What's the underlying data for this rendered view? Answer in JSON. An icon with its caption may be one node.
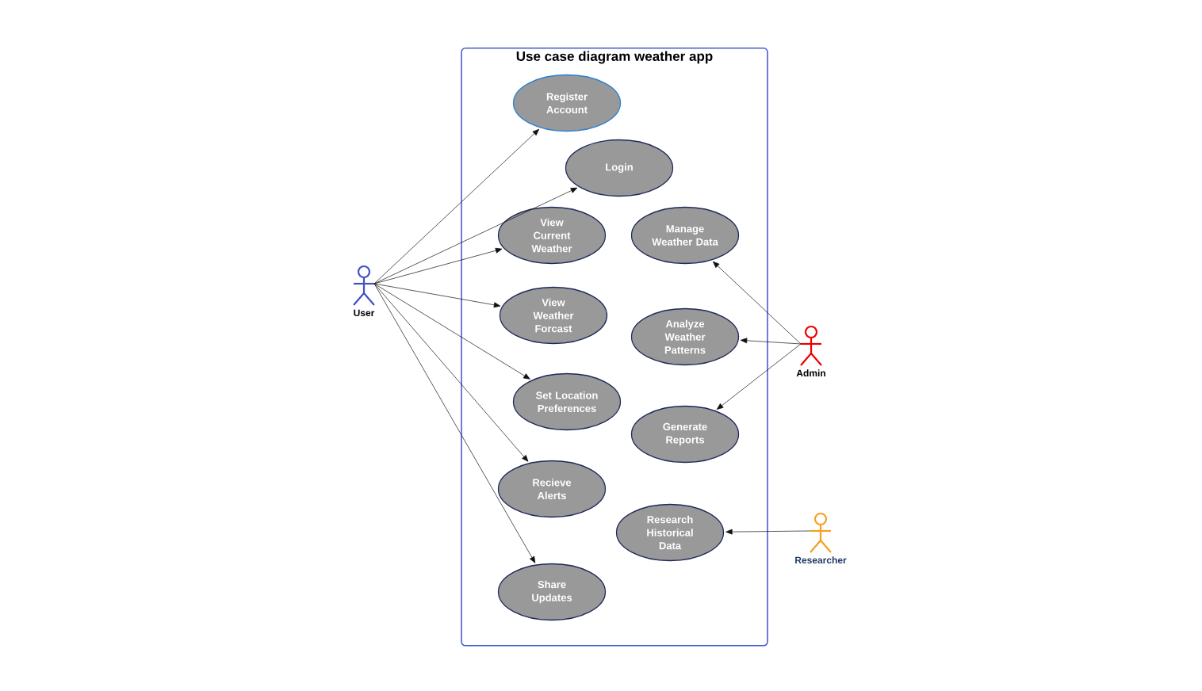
{
  "diagram": {
    "nodes": [
      {
        "text": [
          "Use case diagram weather app"
        ]
      },
      {
        "text": [
          "Register Account"
        ],
        "in": 0
      },
      {
        "text": [
          "Login"
        ],
        "in": 0
      },
      {
        "text": [
          "View Current Weather"
        ],
        "in": 0
      },
      {
        "text": [
          "Manage Weather Data"
        ],
        "in": 0
      },
      {
        "text": [
          "View Weather Forcast"
        ],
        "in": 0
      },
      {
        "text": [
          "Analyze Weather Patterns"
        ],
        "in": 0
      },
      {
        "text": [
          "Set Location Preferences"
        ],
        "in": 0
      },
      {
        "text": [
          "Generate Reports"
        ],
        "in": 0
      },
      {
        "text": [
          "Recieve Alerts"
        ],
        "in": 0
      },
      {
        "text": [
          "Research Historical Data"
        ],
        "in": 0
      },
      {
        "text": [
          "Share Updates"
        ],
        "in": 0
      },
      {
        "text": [
          "User"
        ]
      },
      {
        "text": [
          "Admin"
        ]
      },
      {
        "text": [
          "Researcher"
        ]
      }
    ],
    "edges": [
      {
        "from": 12,
        "to": 1,
        "arrow": "to"
      },
      {
        "from": 12,
        "to": 2,
        "arrow": "to"
      },
      {
        "from": 12,
        "to": 3,
        "arrow": "to"
      },
      {
        "from": 12,
        "to": 5,
        "arrow": "to"
      },
      {
        "from": 12,
        "to": 7,
        "arrow": "to"
      },
      {
        "from": 12,
        "to": 9,
        "arrow": "to"
      },
      {
        "from": 12,
        "to": 11,
        "arrow": "to"
      },
      {
        "from": 13,
        "to": 4,
        "arrow": "to"
      },
      {
        "from": 13,
        "to": 6,
        "arrow": "to"
      },
      {
        "from": 13,
        "to": 8,
        "arrow": "to"
      },
      {
        "from": 14,
        "to": 10,
        "arrow": "to"
      }
    ]
  }
}
